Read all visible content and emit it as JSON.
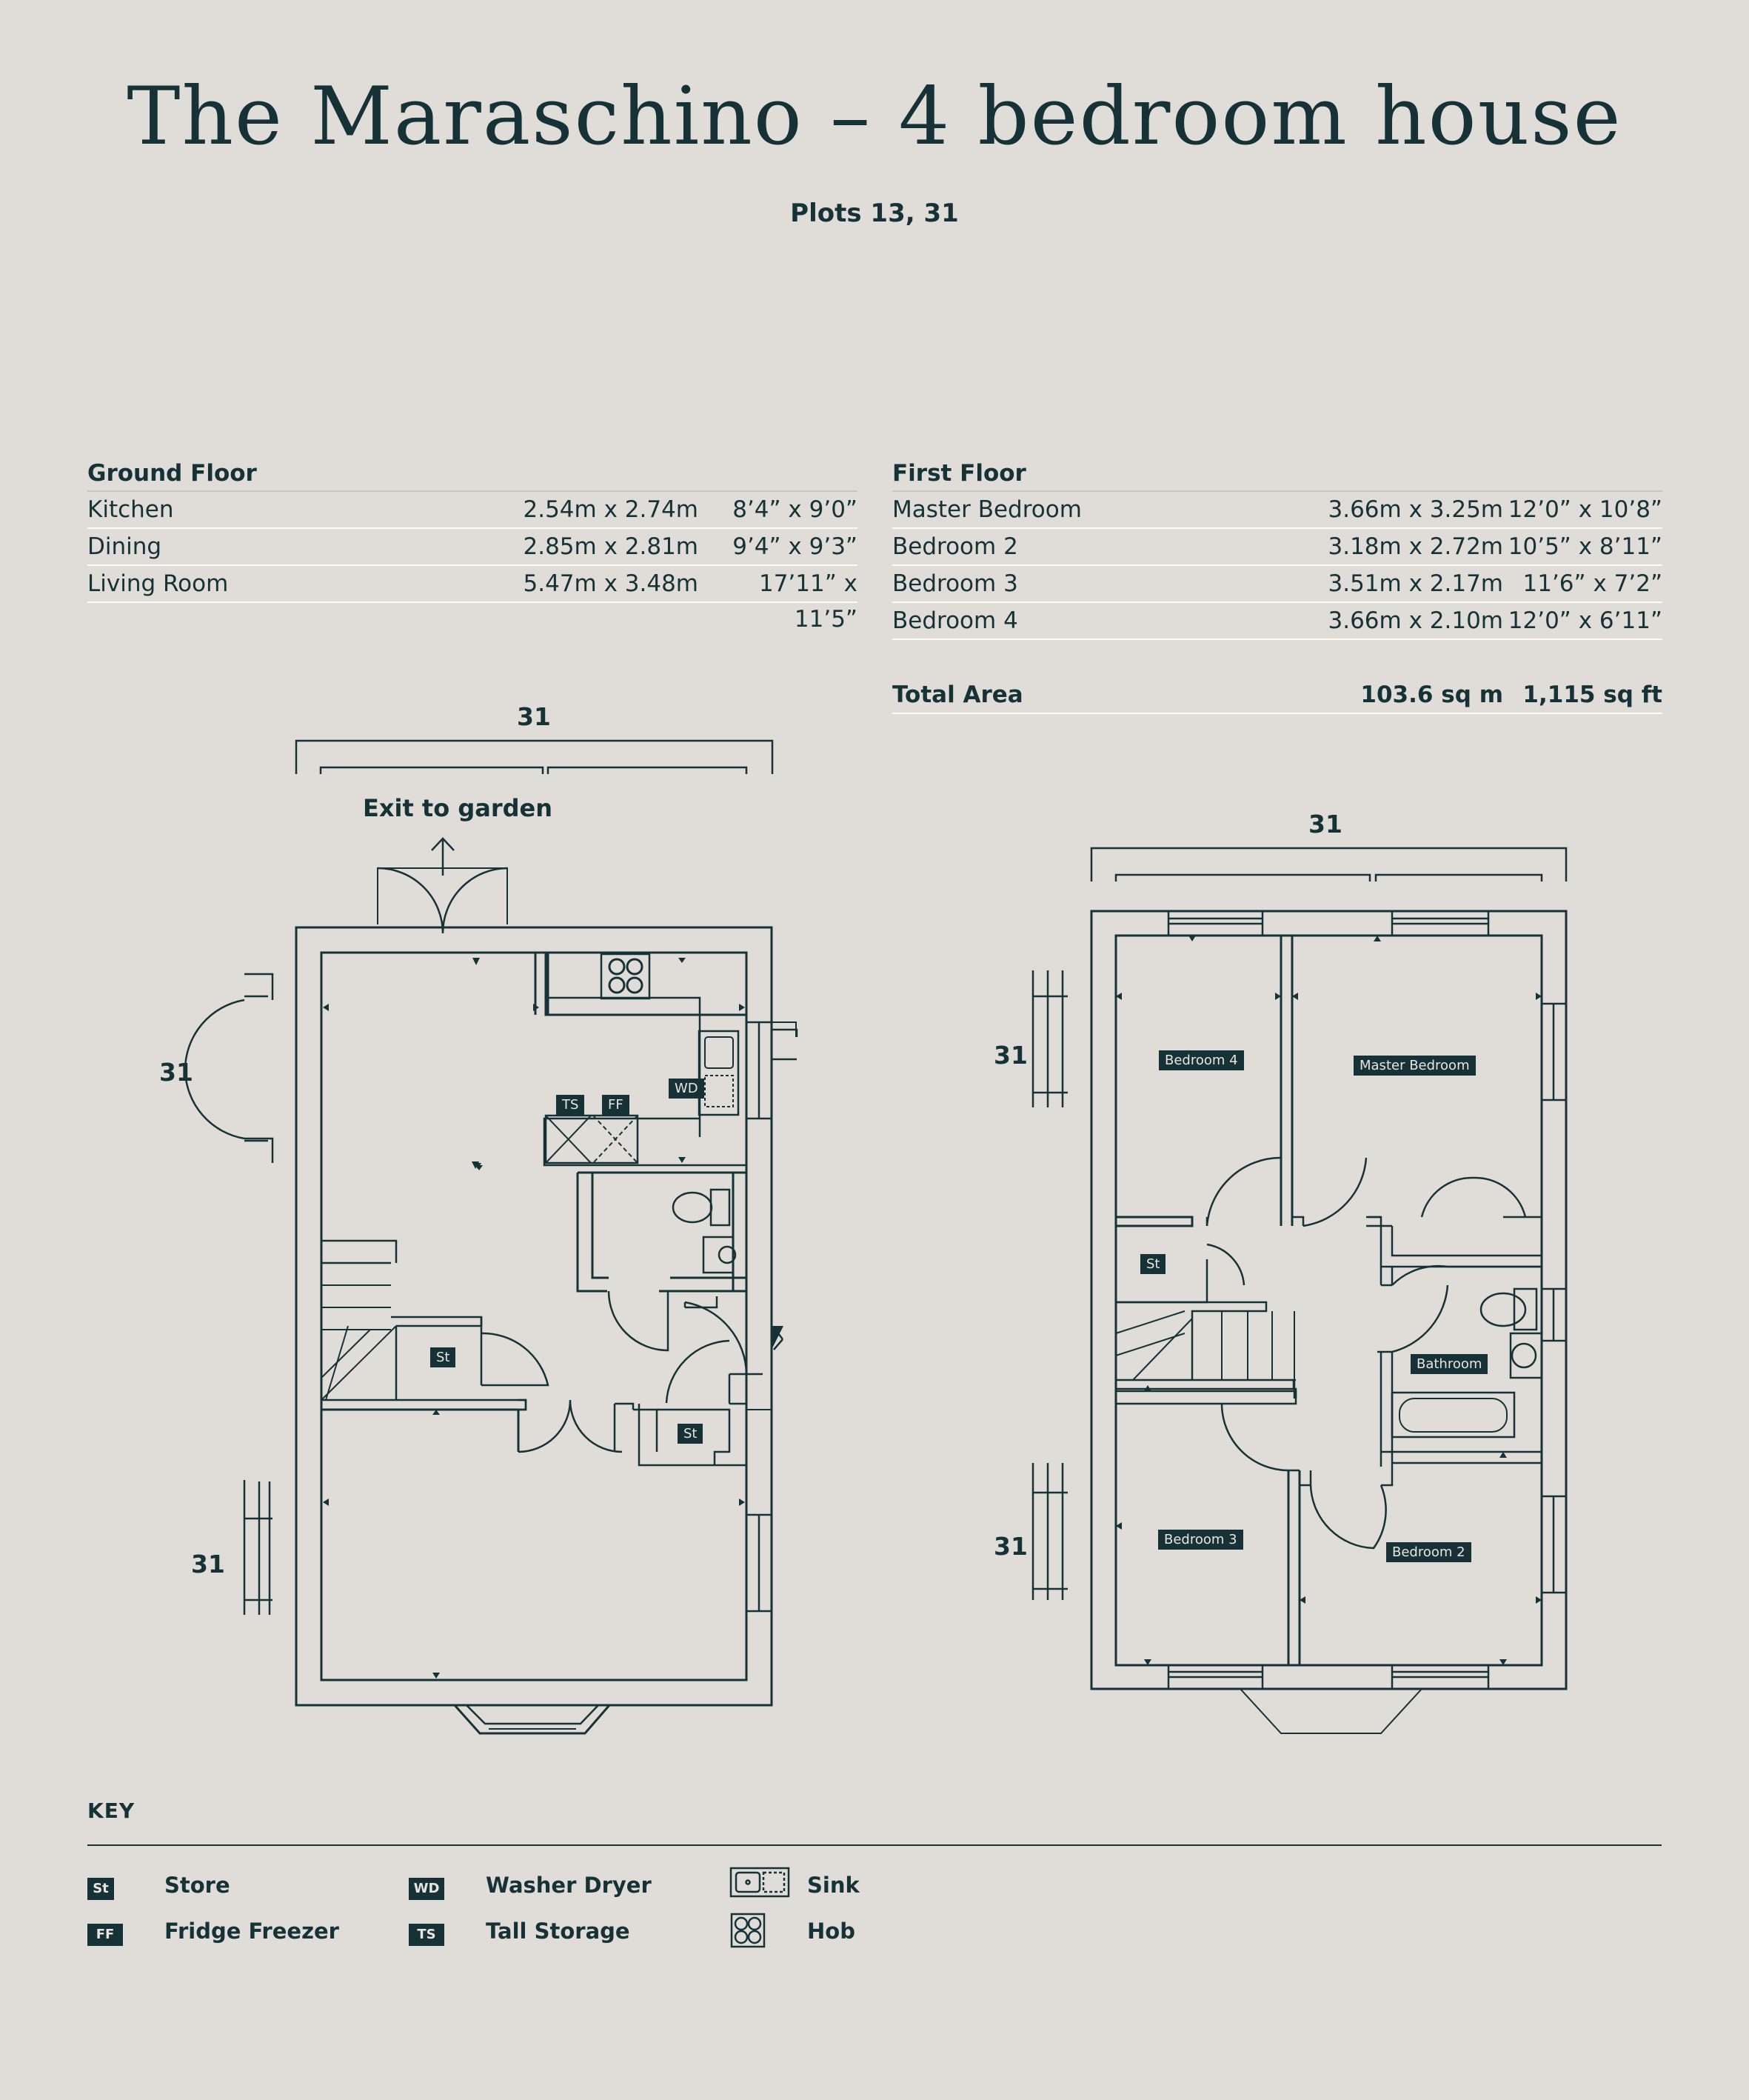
{
  "title": "The Maraschino – 4 bedroom house",
  "subtitle": "Plots 13, 31",
  "ground_floor": {
    "heading": "Ground Floor",
    "rows": [
      {
        "room": "Kitchen",
        "metric": "2.54m x 2.74m",
        "imperial": "8’4” x 9’0”"
      },
      {
        "room": "Dining",
        "metric": "2.85m x 2.81m",
        "imperial": "9’4” x 9’3”"
      },
      {
        "room": "Living Room",
        "metric": "5.47m x 3.48m",
        "imperial": "17’11” x 11’5”"
      }
    ]
  },
  "first_floor": {
    "heading": "First Floor",
    "rows": [
      {
        "room": "Master Bedroom",
        "metric": "3.66m x 3.25m",
        "imperial": "12’0” x 10’8”"
      },
      {
        "room": "Bedroom 2",
        "metric": "3.18m x 2.72m",
        "imperial": "10’5” x 8’11”"
      },
      {
        "room": "Bedroom 3",
        "metric": "3.51m x 2.17m",
        "imperial": "11’6” x 7’2”"
      },
      {
        "room": "Bedroom 4",
        "metric": "3.66m x 2.10m",
        "imperial": "12’0” x 6’11”"
      }
    ],
    "total": {
      "label": "Total Area",
      "metric": "103.6 sq m",
      "imperial": "1,115 sq ft"
    }
  },
  "ground_plan": {
    "exit_label": "Exit to garden",
    "plot_labels": [
      "31",
      "31",
      "31"
    ],
    "tags": {
      "ts": "TS",
      "ff": "FF",
      "wd": "WD",
      "st1": "St",
      "st2": "St"
    }
  },
  "first_plan": {
    "plot_labels": [
      "31",
      "31",
      "31"
    ],
    "rooms": {
      "bed4": "Bedroom 4",
      "master": "Master Bedroom",
      "st": "St",
      "bath": "Bathroom",
      "bed3": "Bedroom 3",
      "bed2": "Bedroom 2"
    }
  },
  "key": {
    "title": "KEY",
    "items": [
      {
        "tag": "St",
        "label": "Store"
      },
      {
        "tag": "FF",
        "label": "Fridge Freezer"
      },
      {
        "tag": "WD",
        "label": "Washer Dryer"
      },
      {
        "tag": "TS",
        "label": "Tall Storage"
      },
      {
        "icon": "sink-icon",
        "label": "Sink"
      },
      {
        "icon": "hob-icon",
        "label": "Hob"
      }
    ]
  },
  "colors": {
    "background": "#e0dcd8",
    "ink": "#173236"
  }
}
